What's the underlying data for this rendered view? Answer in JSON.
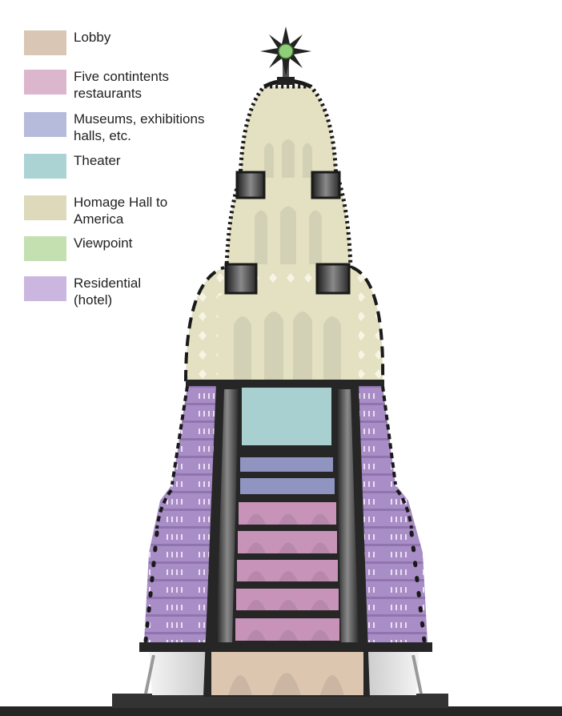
{
  "legend": {
    "items": [
      {
        "label": "Lobby",
        "color": "#d9c6b4"
      },
      {
        "label": "Five contintents restaurants",
        "color": "#dcb6cd"
      },
      {
        "label": "Museums, exhibitions halls, etc.",
        "color": "#b6badb"
      },
      {
        "label": "Theater",
        "color": "#acd3d4"
      },
      {
        "label": "Homage Hall to America",
        "color": "#ddd9ba"
      },
      {
        "label": "Viewpoint",
        "color": "#c4e0b1"
      },
      {
        "label": "Residential (hotel)",
        "color": "#cab6df"
      }
    ]
  },
  "zone_colors": {
    "lobby": "#dcc6b0",
    "restaurants": "#c793b8",
    "museums": "#8f95c0",
    "theater": "#a9d0d0",
    "homage": "#e4e1c3",
    "viewpoint": "#8fcf7a",
    "residential": "#a98dc6",
    "structure": "#262626"
  }
}
